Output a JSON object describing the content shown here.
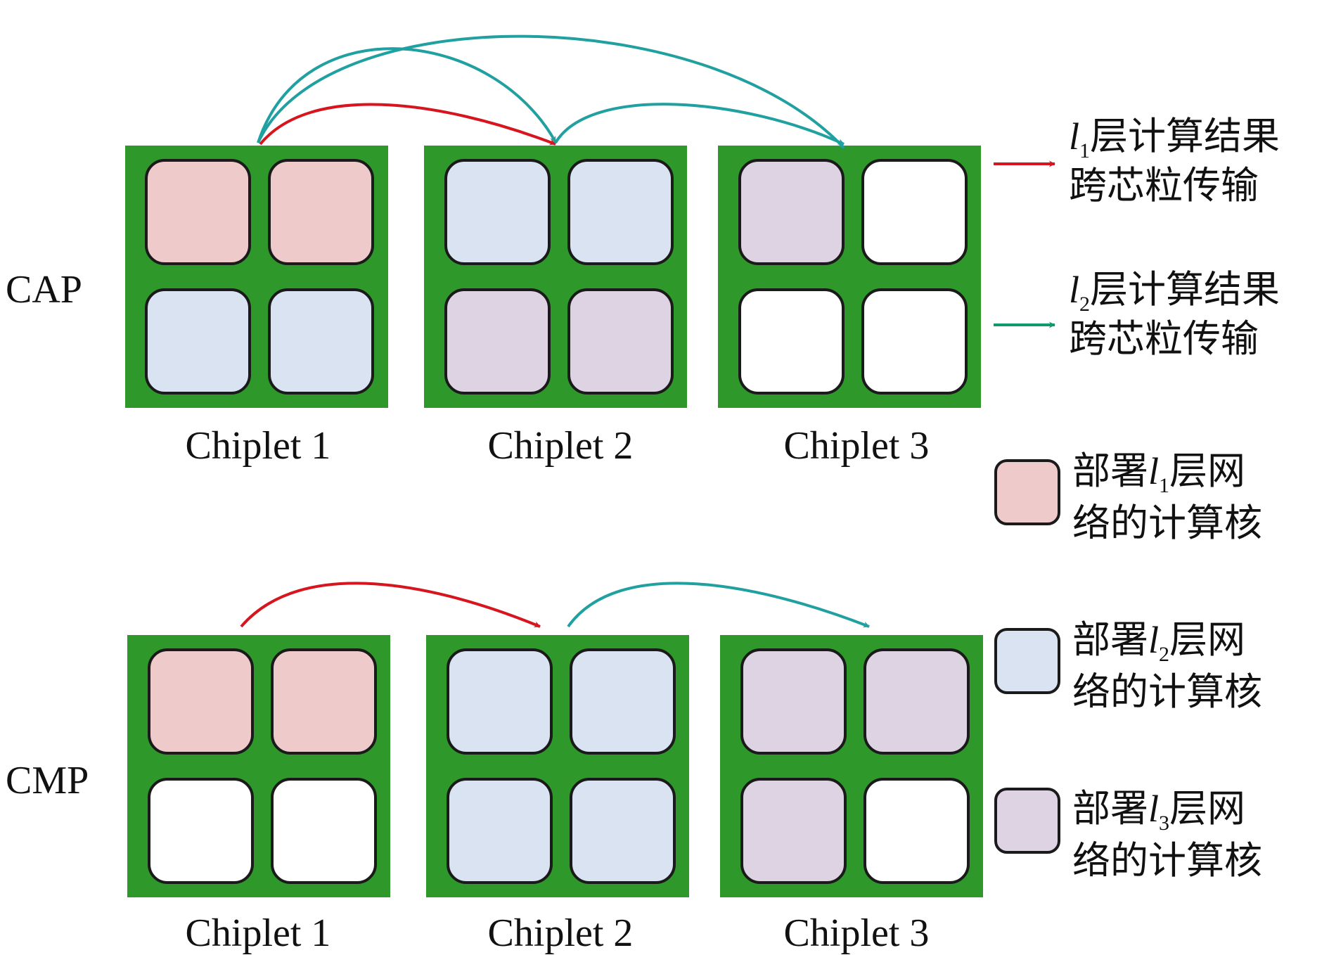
{
  "colors": {
    "board": "#2f982b",
    "l1_core": "#efcacb",
    "l2_core": "#d9e3f2",
    "l3_core": "#ddd3e3",
    "empty_core": "#ffffff",
    "core_border": "#1a1a1a",
    "arrow_l1": "#d7151f",
    "arrow_l2": "#20a0a0",
    "legend_arrow_l2": "#0f9b6a"
  },
  "rows": [
    {
      "name": "CAP",
      "chiplets": [
        {
          "label": "Chiplet 1",
          "cores": [
            "l1",
            "l1",
            "l2",
            "l2"
          ]
        },
        {
          "label": "Chiplet 2",
          "cores": [
            "l2",
            "l2",
            "l3",
            "l3"
          ]
        },
        {
          "label": "Chiplet 3",
          "cores": [
            "l3",
            "empty",
            "empty",
            "empty"
          ]
        }
      ]
    },
    {
      "name": "CMP",
      "chiplets": [
        {
          "label": "Chiplet 1",
          "cores": [
            "l1",
            "l1",
            "empty",
            "empty"
          ]
        },
        {
          "label": "Chiplet 2",
          "cores": [
            "l2",
            "l2",
            "l2",
            "l2"
          ]
        },
        {
          "label": "Chiplet 3",
          "cores": [
            "l3",
            "l3",
            "l3",
            "empty"
          ]
        }
      ]
    }
  ],
  "legend": {
    "arrows": [
      {
        "layer": "l",
        "sub": "1",
        "line1": "层计算结果",
        "line2": "跨芯粒传输",
        "color_key": "arrow_l1"
      },
      {
        "layer": "l",
        "sub": "2",
        "line1": "层计算结果",
        "line2": "跨芯粒传输",
        "color_key": "legend_arrow_l2"
      }
    ],
    "cores": [
      {
        "prefix": "部署",
        "layer": "l",
        "sub": "1",
        "suffix": "层网",
        "line2": "络的计算核",
        "color_key": "l1_core"
      },
      {
        "prefix": "部署",
        "layer": "l",
        "sub": "2",
        "suffix": "层网",
        "line2": "络的计算核",
        "color_key": "l2_core"
      },
      {
        "prefix": "部署",
        "layer": "l",
        "sub": "3",
        "suffix": "层网",
        "line2": "络的计算核",
        "color_key": "l3_core"
      }
    ]
  }
}
